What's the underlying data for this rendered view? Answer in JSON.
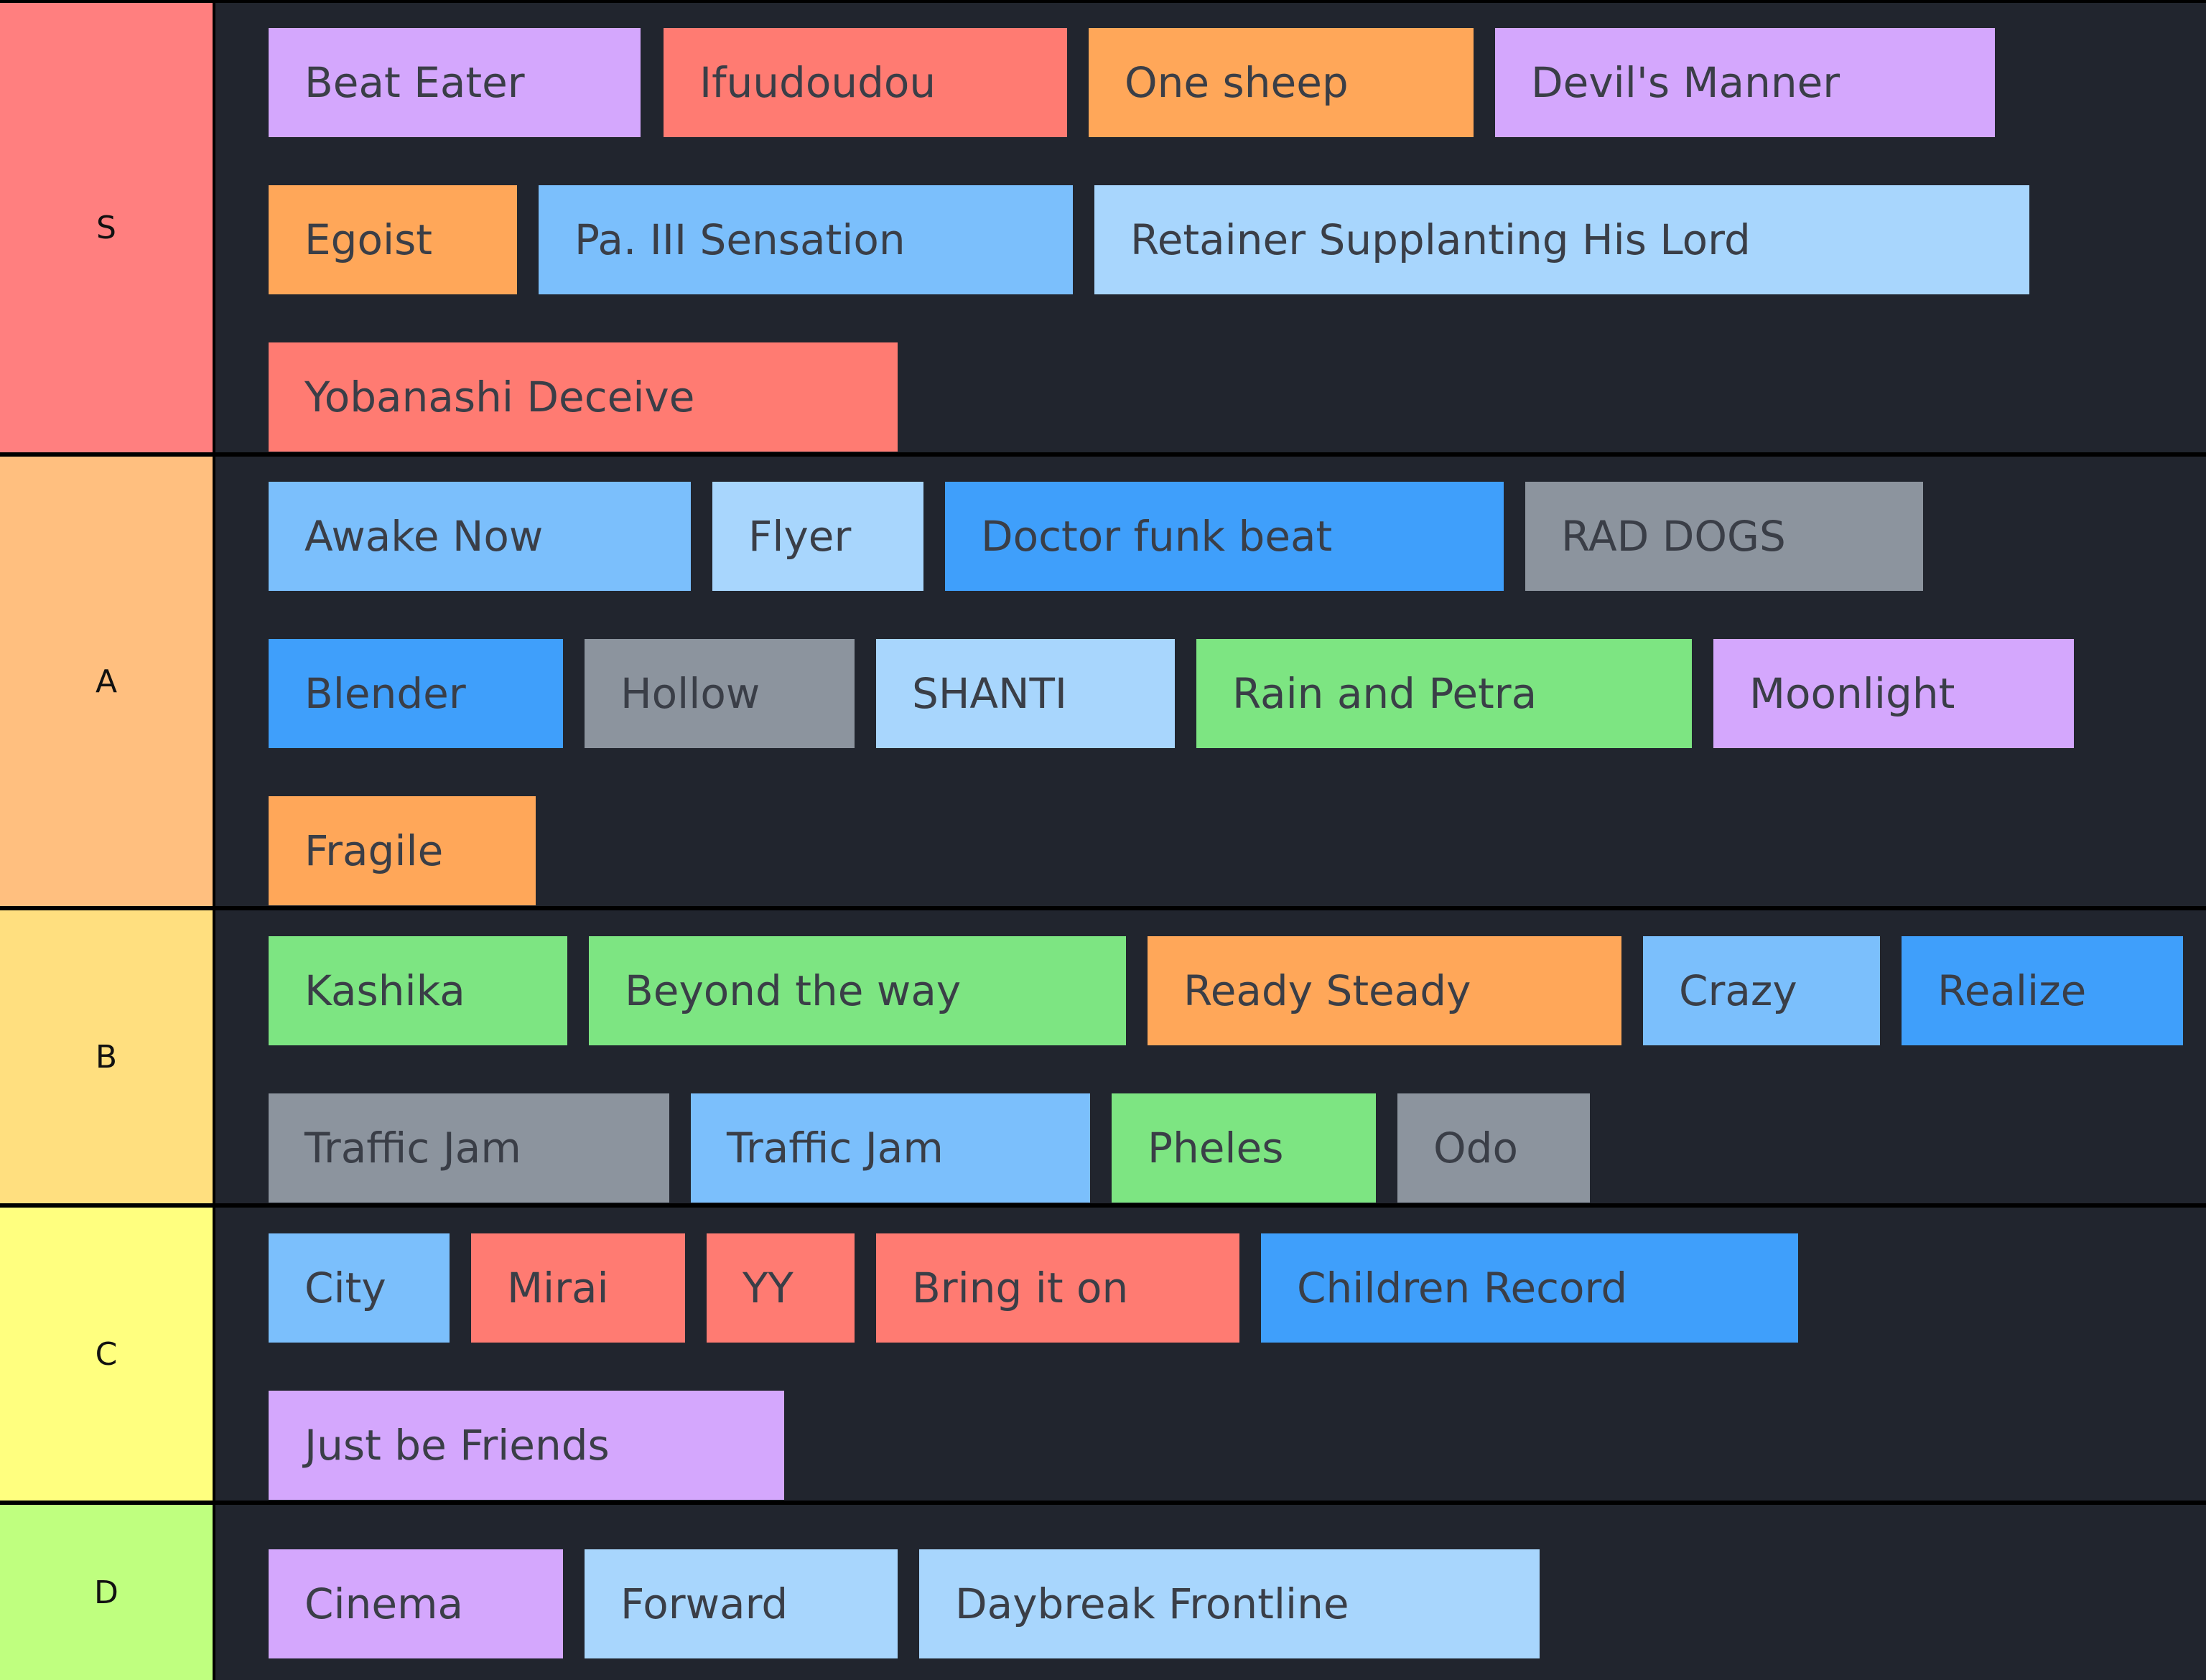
{
  "tier_colors": {
    "S": "#ff7f7f",
    "A": "#ffbf7f",
    "B": "#ffdf7f",
    "C": "#ffff7f",
    "D": "#bfff7f"
  },
  "item_colors": {
    "purple": "#d4a7fd",
    "red": "#ff7b72",
    "orange": "#ffa759",
    "blue": "#7bbffc",
    "light_blue": "#a8d6fd",
    "dark_blue": "#3f9ffb",
    "gray": "#8c949e",
    "green": "#7de582"
  },
  "tiers": [
    {
      "label": "S",
      "items": [
        {
          "text": "Beat Eater",
          "color": "purple"
        },
        {
          "text": "Ifuudoudou",
          "color": "red"
        },
        {
          "text": "One sheep",
          "color": "orange"
        },
        {
          "text": "Devil's Manner",
          "color": "purple"
        },
        {
          "text": "Egoist",
          "color": "orange"
        },
        {
          "text": "Pa. III Sensation",
          "color": "blue"
        },
        {
          "text": "Retainer Supplanting His Lord",
          "color": "light_blue"
        },
        {
          "text": "Yobanashi Deceive",
          "color": "red"
        }
      ]
    },
    {
      "label": "A",
      "items": [
        {
          "text": "Awake Now",
          "color": "blue"
        },
        {
          "text": "Flyer",
          "color": "light_blue"
        },
        {
          "text": "Doctor funk beat",
          "color": "dark_blue"
        },
        {
          "text": "RAD DOGS",
          "color": "gray"
        },
        {
          "text": "Blender",
          "color": "dark_blue"
        },
        {
          "text": "Hollow",
          "color": "gray"
        },
        {
          "text": "SHANTI",
          "color": "light_blue"
        },
        {
          "text": "Rain and Petra",
          "color": "green"
        },
        {
          "text": "Moonlight",
          "color": "purple"
        },
        {
          "text": "Fragile",
          "color": "orange"
        }
      ]
    },
    {
      "label": "B",
      "items": [
        {
          "text": "Kashika",
          "color": "green"
        },
        {
          "text": "Beyond the way",
          "color": "green"
        },
        {
          "text": "Ready Steady",
          "color": "orange"
        },
        {
          "text": "Crazy",
          "color": "blue"
        },
        {
          "text": "Realize",
          "color": "dark_blue"
        },
        {
          "text": "Traffic Jam",
          "color": "gray"
        },
        {
          "text": "Traffic Jam",
          "color": "blue"
        },
        {
          "text": "Pheles",
          "color": "green"
        },
        {
          "text": "Odo",
          "color": "gray"
        }
      ]
    },
    {
      "label": "C",
      "items": [
        {
          "text": "City",
          "color": "blue"
        },
        {
          "text": "Mirai",
          "color": "red"
        },
        {
          "text": "YY",
          "color": "red"
        },
        {
          "text": "Bring it on",
          "color": "red"
        },
        {
          "text": "Children Record",
          "color": "dark_blue"
        },
        {
          "text": "Just be Friends",
          "color": "purple"
        }
      ]
    },
    {
      "label": "D",
      "items": [
        {
          "text": "Cinema",
          "color": "purple"
        },
        {
          "text": "Forward",
          "color": "light_blue"
        },
        {
          "text": "Daybreak Frontline",
          "color": "light_blue"
        }
      ]
    }
  ]
}
